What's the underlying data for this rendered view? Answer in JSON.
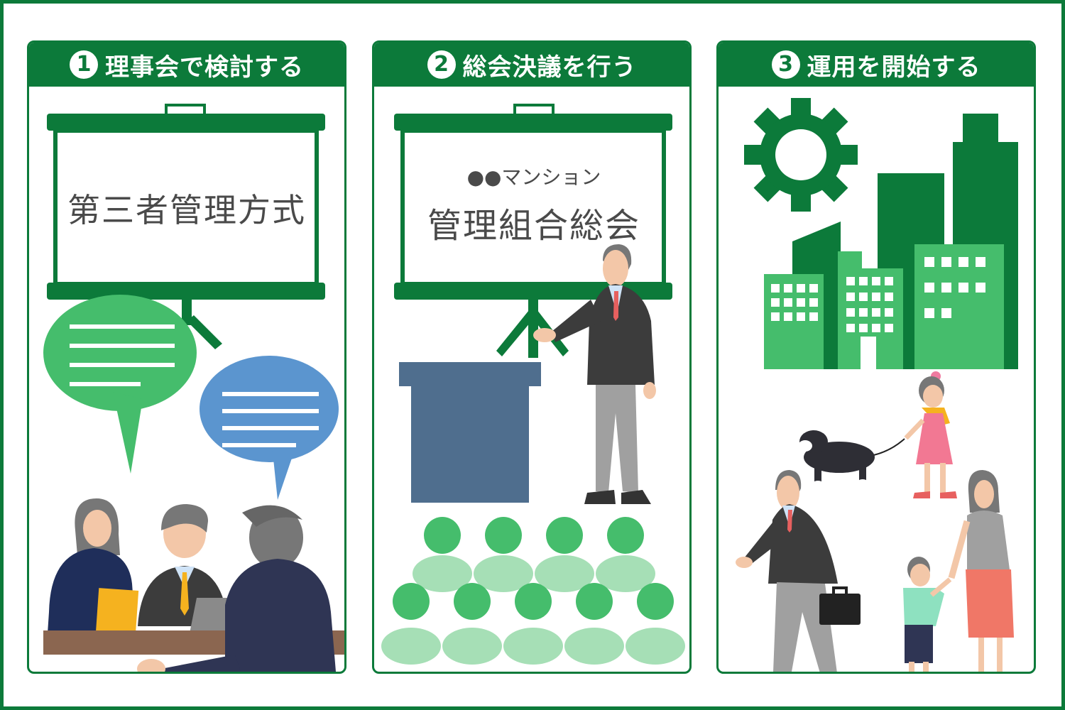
{
  "colors": {
    "brand_green": "#0c7a3a",
    "light_green": "#45bd6c",
    "pale_green": "#a6dfb6",
    "blue_bubble": "#5b95cf",
    "podium": "#4f6e8e",
    "white": "#ffffff"
  },
  "steps": [
    {
      "number": "1",
      "title": "理事会で検討する",
      "screen_text": "第三者管理方式"
    },
    {
      "number": "2",
      "title": "総会決議を行う",
      "screen_subtitle": "●●マンション",
      "screen_text": "管理組合総会"
    },
    {
      "number": "3",
      "title": "運用を開始する"
    }
  ],
  "icons": {
    "step1": [
      "projector-screen-icon",
      "speech-bubble-icon",
      "meeting-people-icon"
    ],
    "step2": [
      "projector-screen-icon",
      "podium-icon",
      "presenter-icon",
      "audience-icon"
    ],
    "step3": [
      "gear-icon",
      "buildings-icon",
      "family-icon",
      "dog-icon",
      "businessman-icon"
    ]
  }
}
